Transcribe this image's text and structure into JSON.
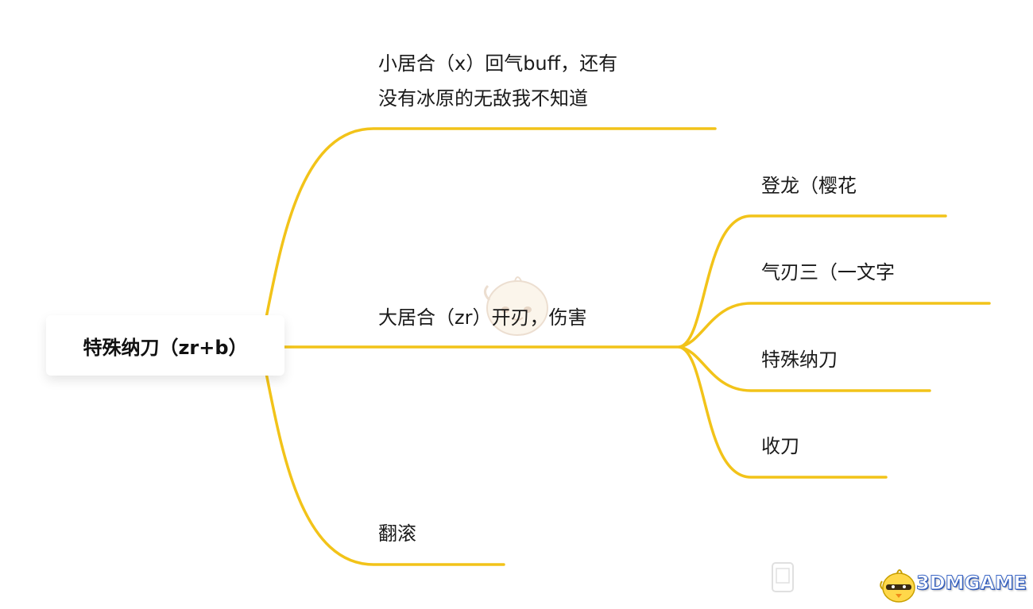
{
  "colors": {
    "branch": "#f2c319",
    "text": "#1a1a1a",
    "logo": "#3a66c6"
  },
  "root": {
    "label": "特殊纳刀（zr+b）"
  },
  "branches": [
    {
      "id": "b1",
      "lines": [
        "小居合（x）回气buff，还有",
        "没有冰原的无敌我不知道"
      ]
    },
    {
      "id": "b2",
      "lines": [
        "大居合（zr）开刃，伤害"
      ]
    },
    {
      "id": "b3",
      "lines": [
        "翻滚"
      ]
    }
  ],
  "subbranches": [
    {
      "id": "s1",
      "label": "登龙（樱花"
    },
    {
      "id": "s2",
      "label": "气刃三（一文字"
    },
    {
      "id": "s3",
      "label": "特殊纳刀"
    },
    {
      "id": "s4",
      "label": "收刀"
    }
  ],
  "logo": {
    "text": "3DMGAME",
    "icon": "chick-mascot-icon"
  },
  "watermark": {
    "icon": "chick-mascot-icon"
  }
}
